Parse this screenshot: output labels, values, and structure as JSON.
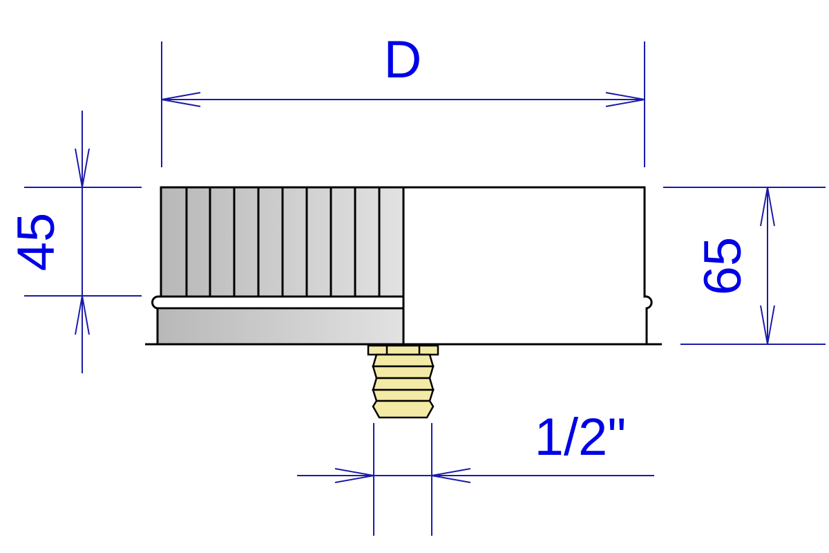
{
  "drawing": {
    "dimension_d": "D",
    "dimension_45": "45",
    "dimension_65": "65",
    "dimension_half_inch": "1/2\""
  },
  "colors": {
    "dimension": "#1a1aa8",
    "label": "#0000e6",
    "insulated_fill": "#cfcfcf",
    "fitting_fill": "#f3eaa6",
    "outline": "#000000"
  }
}
